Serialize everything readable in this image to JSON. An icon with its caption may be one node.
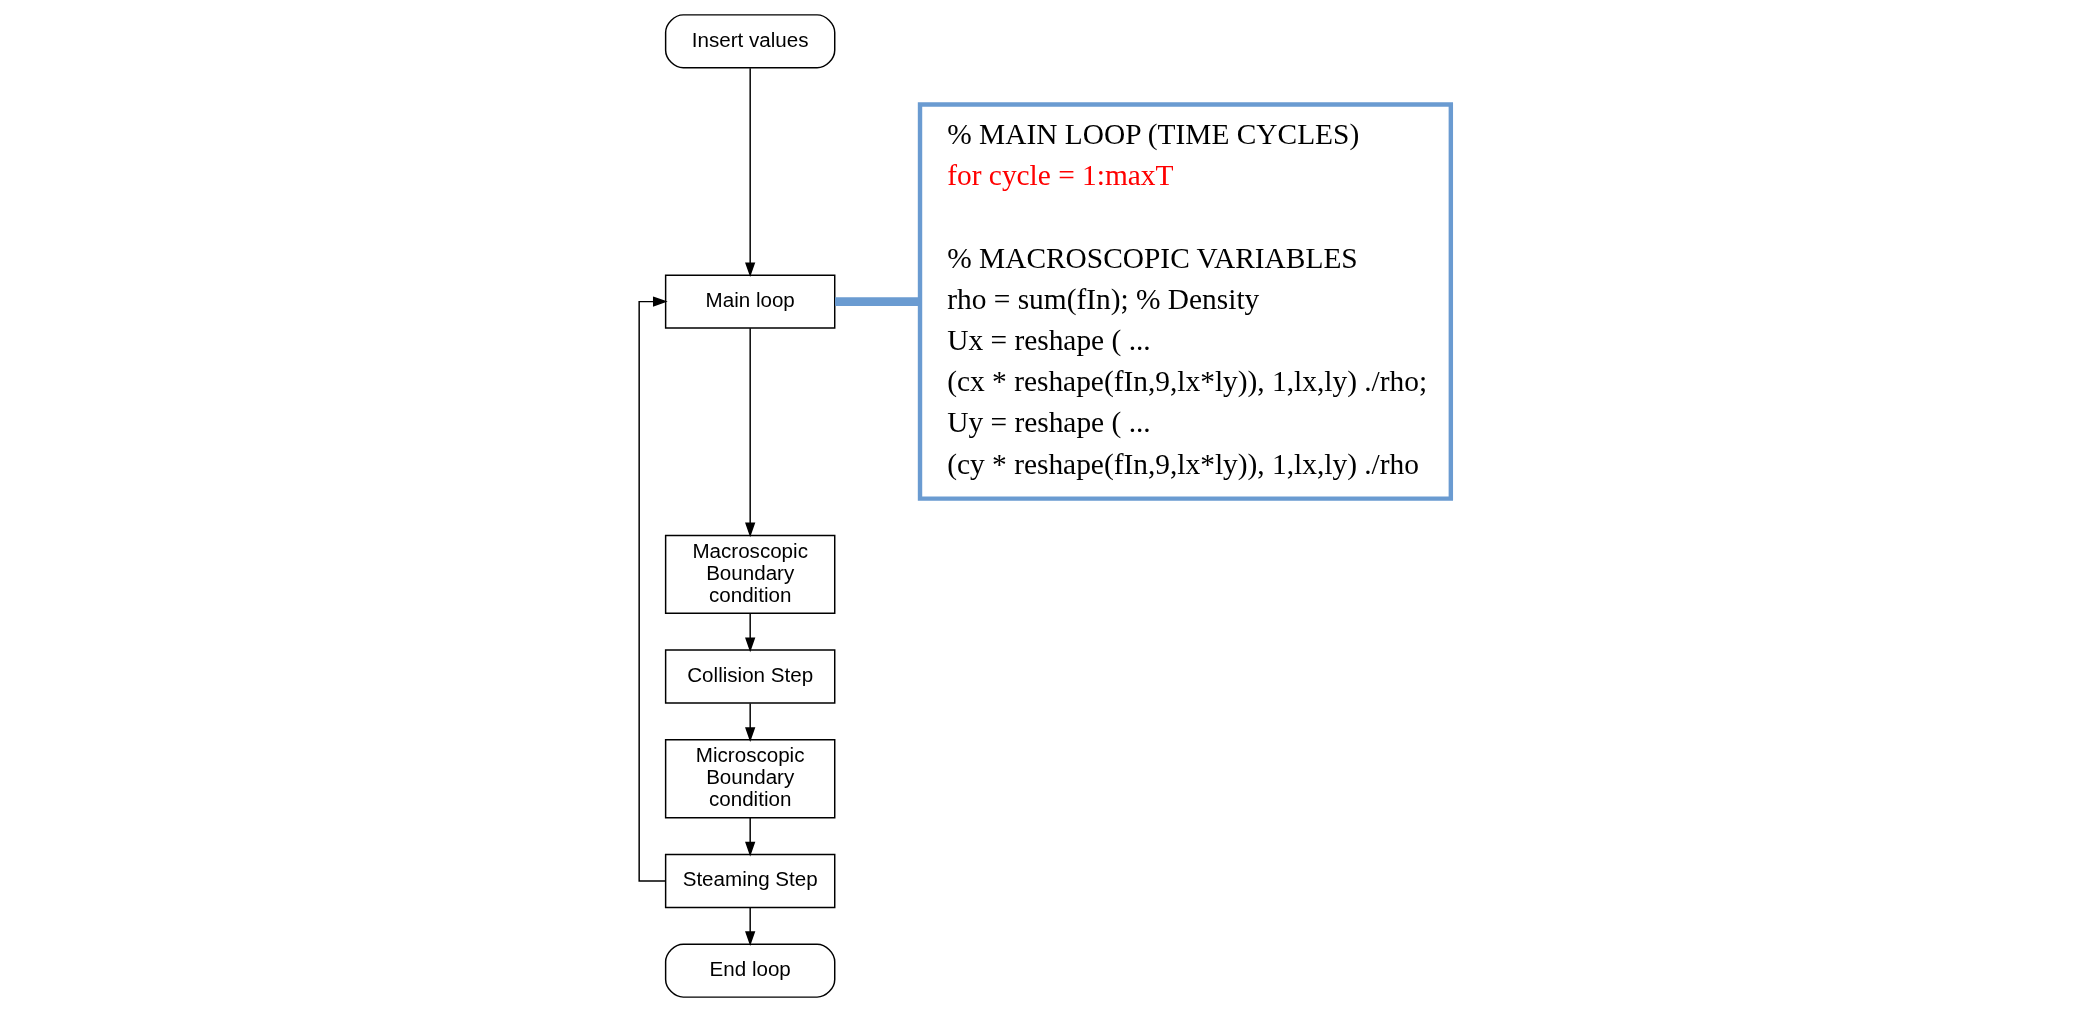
{
  "diagram": {
    "nodes": [
      {
        "text": [
          "Insert values"
        ]
      },
      {
        "text": [
          "Main loop"
        ]
      },
      {
        "text": [
          "Macroscopic Boundary condition"
        ]
      },
      {
        "text": [
          "Collision Step"
        ]
      },
      {
        "text": [
          "Microscopic Boundary condition"
        ]
      },
      {
        "text": [
          "Steaming Step"
        ]
      },
      {
        "text": [
          "End loop"
        ]
      },
      {
        "text": [
          "% MAIN LOOP (TIME CYCLES)",
          "for cycle = 1:maxT",
          "% MACROSCOPIC VARIABLES",
          "rho = sum(fIn); % Density",
          "Ux = reshape ( ...",
          "(cx * reshape(fIn,9,lx*ly)), 1,lx,ly) ./rho;",
          "Uy = reshape ( ...",
          "(cy * reshape(fIn,9,lx*ly)), 1,lx,ly) ./rho"
        ]
      }
    ],
    "edges": [
      {
        "from": 0,
        "to": 1,
        "arrow": "to"
      },
      {
        "from": 1,
        "to": 2,
        "arrow": "to"
      },
      {
        "from": 2,
        "to": 3,
        "arrow": "to"
      },
      {
        "from": 3,
        "to": 4,
        "arrow": "to"
      },
      {
        "from": 4,
        "to": 5,
        "arrow": "to"
      },
      {
        "from": 5,
        "to": 6,
        "arrow": "to"
      },
      {
        "from": 5,
        "to": 1,
        "arrow": "to"
      },
      {
        "from": 1,
        "to": 7,
        "arrow": "none",
        "style": "thick",
        "color": "#6a9bd1"
      }
    ]
  }
}
